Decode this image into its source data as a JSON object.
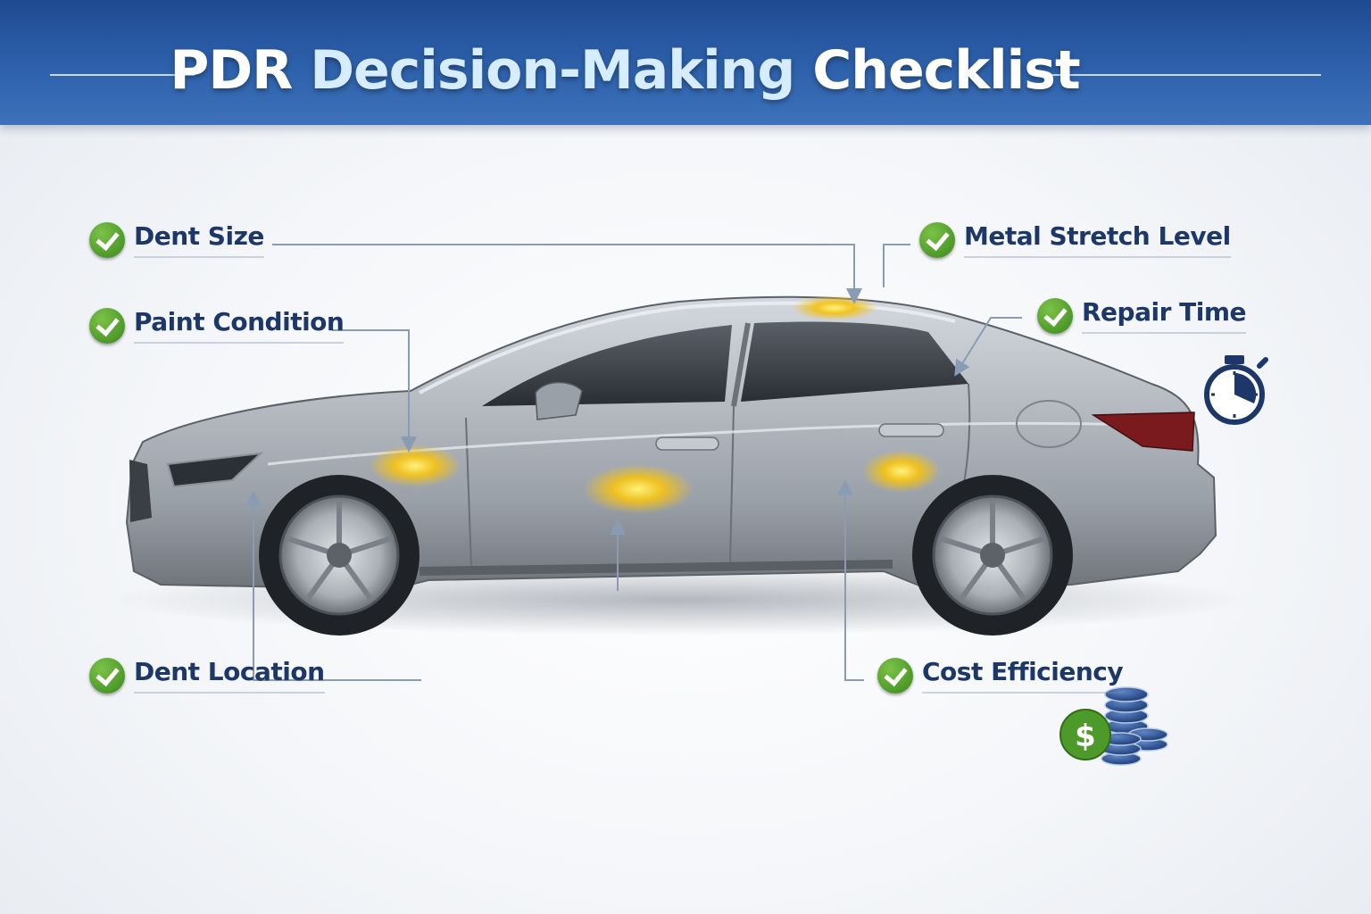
{
  "title": {
    "part1": "PDR",
    "part2": "Decision-Making",
    "part3": "Checklist"
  },
  "items": {
    "dent_size": "Dent Size",
    "paint_condition": "Paint Condition",
    "dent_location": "Dent Location",
    "metal_stretch_level": "Metal Stretch Level",
    "repair_time": "Repair Time",
    "cost_efficiency": "Cost Efficiency"
  },
  "icons": {
    "check": "check-circle-icon",
    "stopwatch": "stopwatch-icon",
    "money": "dollar-coins-icon",
    "dollar_sign": "$"
  },
  "colors": {
    "header": "#2a5aa3",
    "check_green": "#4d9a2a",
    "label_text": "#1c3768",
    "dent_highlight": "#f2c21a",
    "car_body": "#a7adb5"
  }
}
